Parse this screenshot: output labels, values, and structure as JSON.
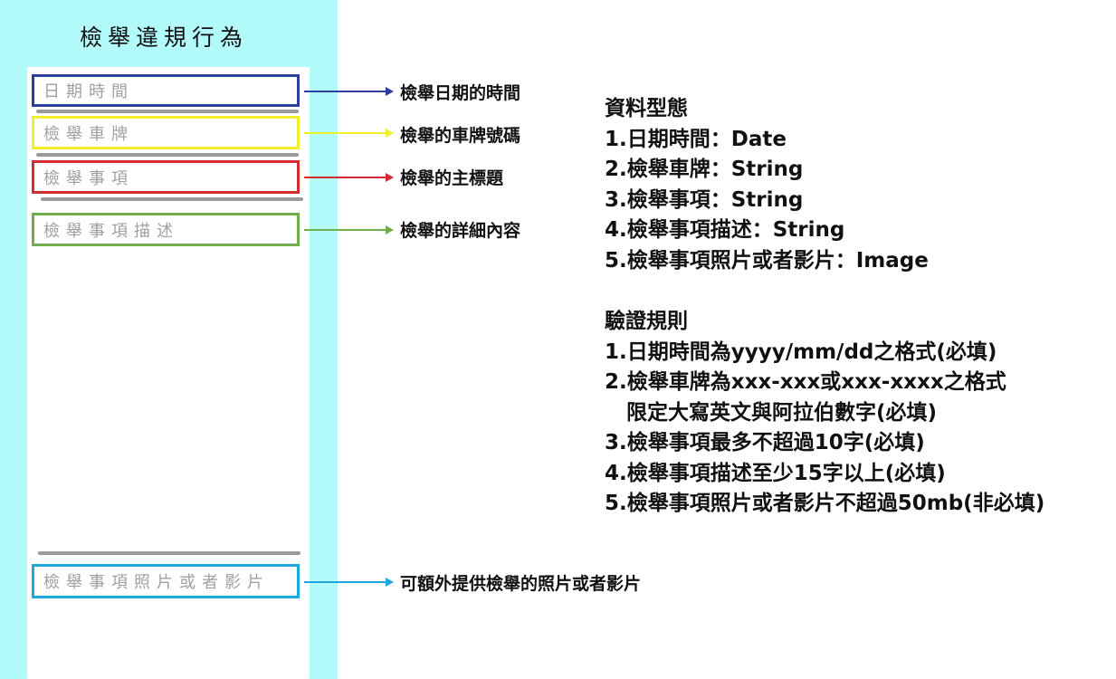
{
  "colors": {
    "panel_bg": "#b3fbfb",
    "date": "#2e3e9c",
    "plate": "#f2ee28",
    "item": "#d32d32",
    "desc": "#6fae4b",
    "media": "#1ea8e0"
  },
  "form": {
    "title": "檢舉違規行為",
    "fields": {
      "date": "日期時間",
      "plate": "檢舉車牌",
      "item": "檢舉事項",
      "desc": "檢舉事項描述",
      "media": "檢舉事項照片或者影片"
    }
  },
  "notes": {
    "date": "檢舉日期的時間",
    "plate": "檢舉的車牌號碼",
    "item": "檢舉的主標題",
    "desc": "檢舉的詳細內容",
    "media": "可額外提供檢舉的照片或者影片"
  },
  "types": {
    "heading": "資料型態",
    "lines": [
      "1.日期時間：Date",
      "2.檢舉車牌：String",
      "3.檢舉事項：String",
      "4.檢舉事項描述：String",
      "5.檢舉事項照片或者影片：Image"
    ]
  },
  "rules": {
    "heading": "驗證規則",
    "lines": [
      "1.日期時間為yyyy/mm/dd之格式(必填)",
      "2.檢舉車牌為xxx-xxx或xxx-xxxx之格式",
      "限定大寫英文與阿拉伯數字(必填)",
      "3.檢舉事項最多不超過10字(必填)",
      "4.檢舉事項描述至少15字以上(必填)",
      "5.檢舉事項照片或者影片不超過50mb(非必填)"
    ]
  }
}
